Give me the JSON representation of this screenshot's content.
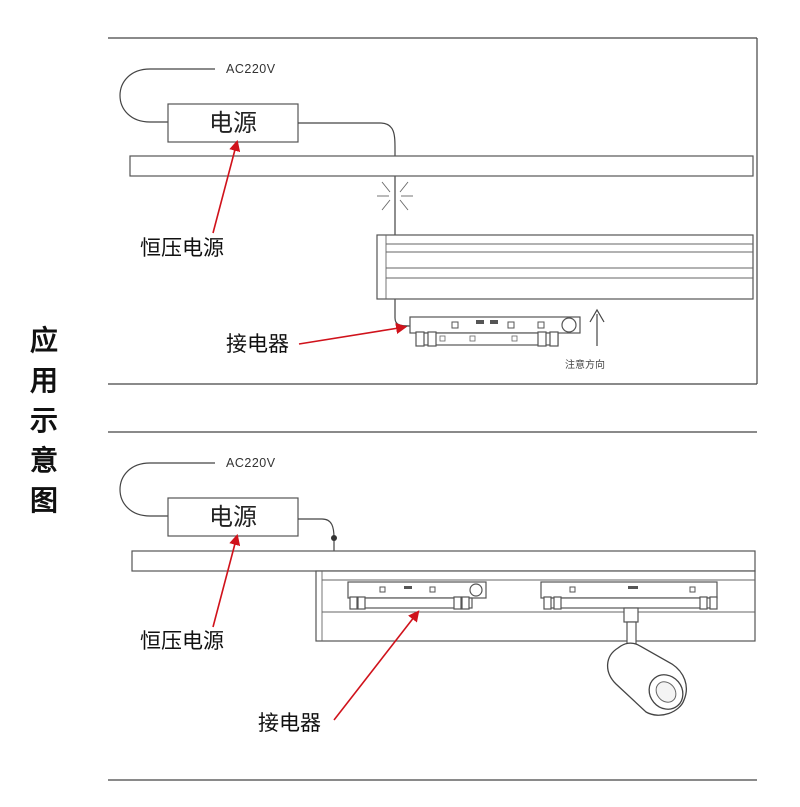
{
  "side_title": [
    "应",
    "用",
    "示",
    "意",
    "图"
  ],
  "top_panel": {
    "voltage_label": "AC220V",
    "power_box_label": "电源",
    "constant_voltage_label": "恒压电源",
    "connector_label": "接电器",
    "direction_note": "注意方向"
  },
  "bottom_panel": {
    "voltage_label": "AC220V",
    "power_box_label": "电源",
    "constant_voltage_label": "恒压电源",
    "connector_label": "接电器"
  },
  "colors": {
    "arrow": "#d0121b",
    "line": "#444444",
    "text": "#111111"
  }
}
